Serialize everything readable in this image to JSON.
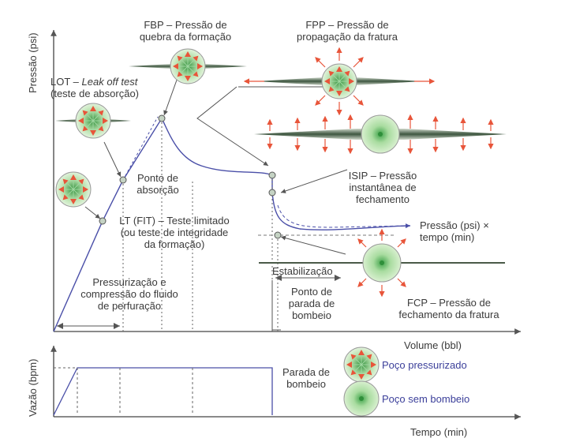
{
  "axes": {
    "top_y_label": "Pressão (psi)",
    "top_x_label": "Volume (bbl)",
    "bottom_y_label": "Vazão (bpm)",
    "bottom_x_label": "Tempo (min)"
  },
  "labels": {
    "fbp": [
      "FBP – Pressão de",
      "quebra da formação"
    ],
    "fpp": [
      "FPP – Pressão de",
      "propagação da fratura"
    ],
    "lot_prefix": "LOT – ",
    "lot_italic": "Leak off test",
    "lot_line2": "(teste de absorção)",
    "ponto_absorcao": [
      "Ponto de",
      "absorção"
    ],
    "lt_fit": [
      "LT (FIT) – Teste limitado",
      "(ou teste de integridade",
      "da formação)"
    ],
    "isip": [
      "ISIP – Pressão",
      "instantânea de",
      "fechamento"
    ],
    "pressao_tempo": [
      "Pressão (psi) ×",
      "tempo (min)"
    ],
    "estabilizacao": "Estabilização",
    "ponto_parada": [
      "Ponto de",
      "parada de",
      "bombeio"
    ],
    "pressurizacao": [
      "Pressurização e",
      "compressão do fluido",
      "de perfuração"
    ],
    "fcp": [
      "FCP – Pressão de",
      "fechamento da fratura"
    ],
    "parada_bombeio": [
      "Parada de",
      "bombeio"
    ],
    "legend_pressurizado": "Poço pressurizado",
    "legend_sem_bombeio": "Poço sem bombeio"
  },
  "colors": {
    "curve": "#4a4fa8",
    "arrow_red": "#e8553a",
    "well_green": "#7cc47a",
    "frac_dark": "#4a5a48",
    "axis": "#444444"
  },
  "icons": [
    "pressurized-well-icon",
    "unpumped-well-icon",
    "fracture-icon"
  ]
}
